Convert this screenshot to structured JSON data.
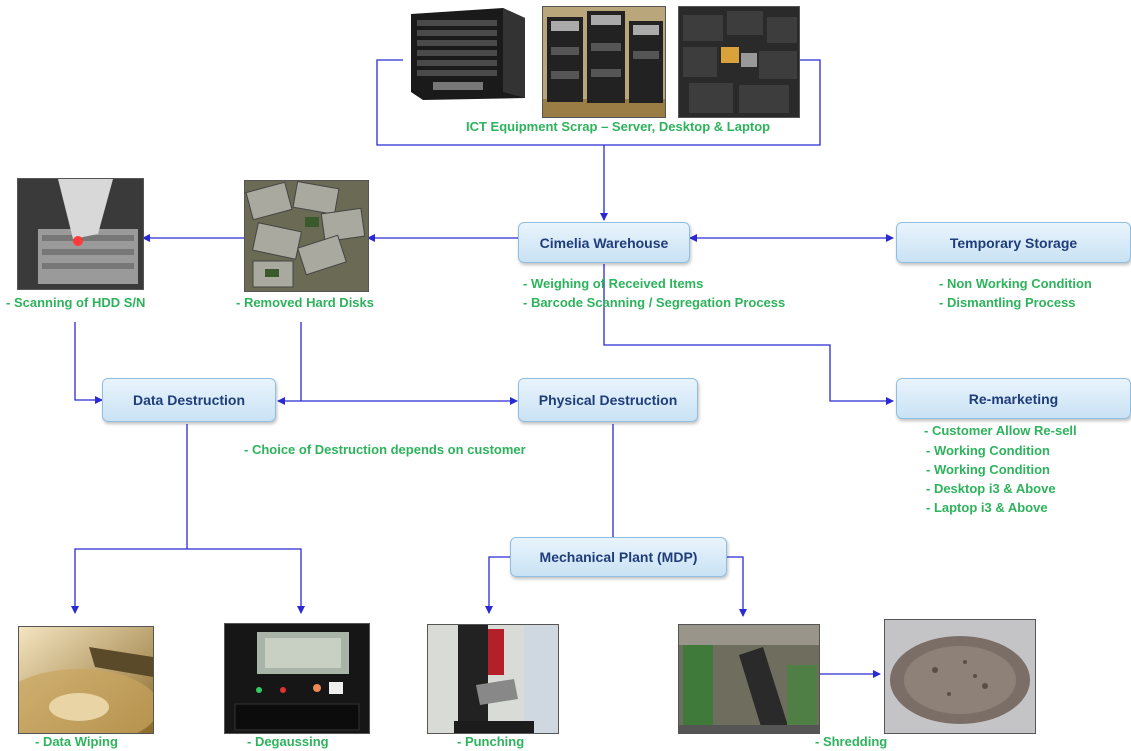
{
  "source": {
    "label": "ICT Equipment Scrap – Server, Desktop & Laptop"
  },
  "nodes": {
    "warehouse": "Cimelia Warehouse",
    "temporary_storage": "Temporary Storage",
    "data_destruction": "Data Destruction",
    "physical_destruction": "Physical Destruction",
    "remarketing": "Re-marketing",
    "mechanical_plant": "Mechanical Plant (MDP)"
  },
  "notes": {
    "warehouse": [
      "- Weighing of Received Items",
      "- Barcode Scanning / Segregation Process"
    ],
    "temporary_storage": [
      "- Non Working Condition",
      "- Dismantling Process"
    ],
    "remarketing": [
      "- Customer Allow Re-sell",
      "- Working Condition",
      "- Working Condition",
      "- Desktop i3 & Above",
      "- Laptop i3 & Above"
    ],
    "choice": "- Choice of Destruction depends on customer"
  },
  "photo_labels": {
    "scanning": "- Scanning of HDD S/N",
    "removed_disks": "- Removed Hard Disks",
    "data_wiping": "- Data Wiping",
    "degaussing": "- Degaussing",
    "punching": "- Punching",
    "shredding": "- Shredding"
  },
  "colors": {
    "connector": "#2a2ad4",
    "label_green": "#2eb35c",
    "box_text": "#1f3d7a"
  }
}
